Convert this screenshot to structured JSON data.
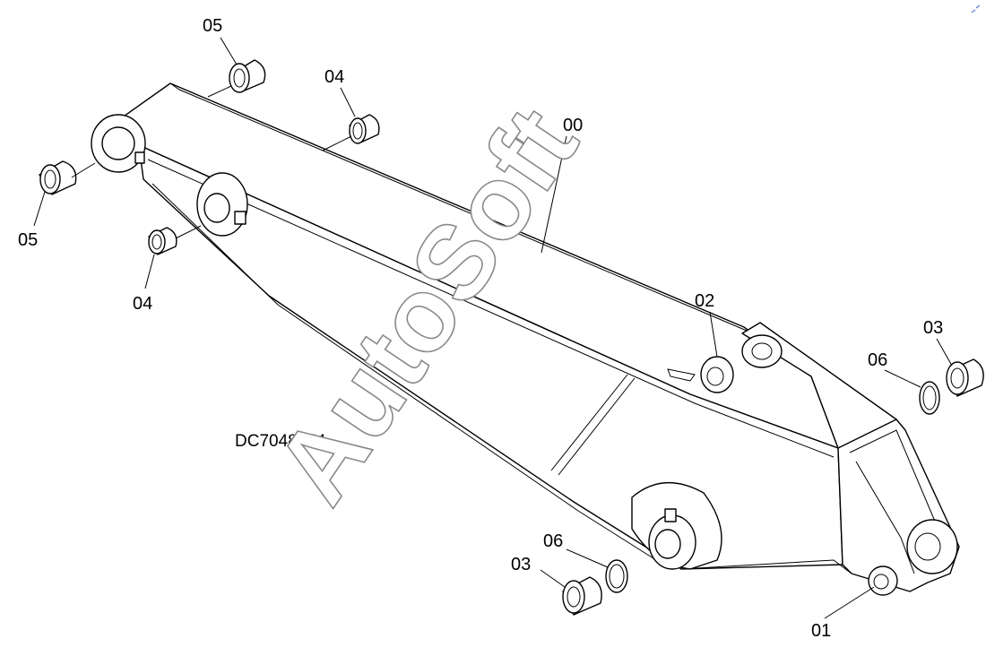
{
  "diagram": {
    "drawing_code": "DC7048654",
    "watermark": "AutoSoft",
    "callouts": {
      "main_body": "00",
      "bushing_tip": "01",
      "bushing_bracket": "02",
      "bushing_right": "03",
      "bushing_bottom": "03",
      "shim_right": "06",
      "shim_bottom": "06",
      "bushing_top_a": "04",
      "bushing_top_b": "04",
      "bushing_end_a": "05",
      "bushing_end_b": "05"
    },
    "colors": {
      "line": "#000000",
      "watermark_outline": "#8a8a8a",
      "background": "#ffffff"
    }
  }
}
